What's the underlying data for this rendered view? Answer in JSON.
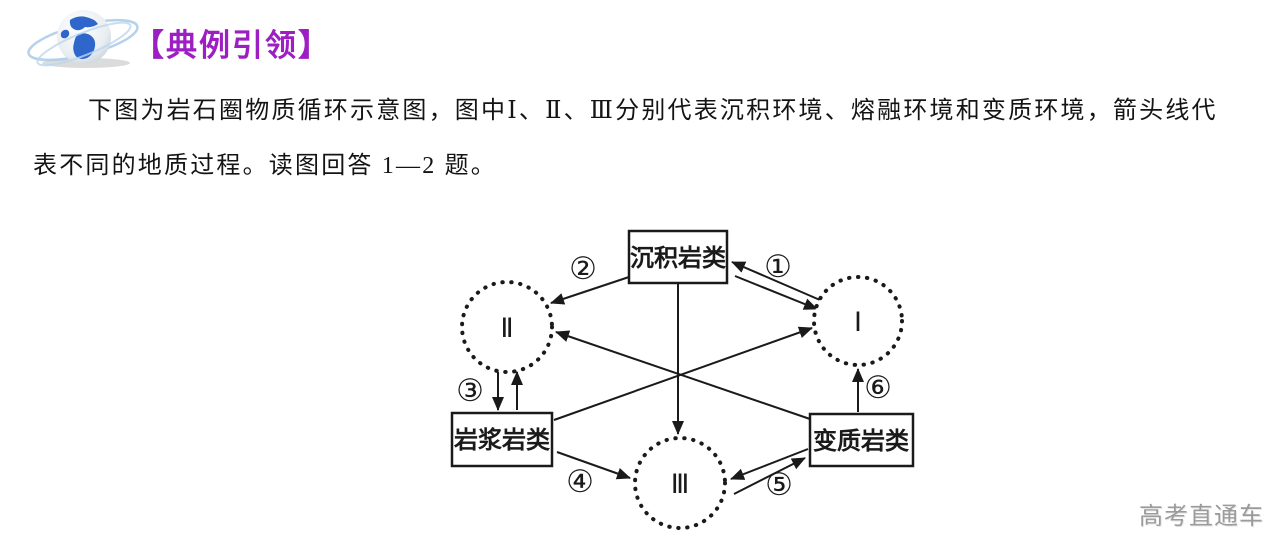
{
  "header": {
    "title": "【典例引领】"
  },
  "colors": {
    "title_purple": "#9D1FC4",
    "body_text": "#141414",
    "diagram_ink": "#1a1a1a",
    "watermark_gray": "#9b9b9b",
    "globe_blue": "#2f66cc"
  },
  "paragraph": {
    "line1": "下图为岩石圈物质循环示意图，图中Ⅰ、Ⅱ、Ⅲ分别代表沉积环境、熔融环境和变质环境，箭头线代",
    "line2": "表不同的地质过程。读图回答 1—2 题。"
  },
  "diagram": {
    "boxes": {
      "sedimentary": "沉积岩类",
      "magmatic": "岩浆岩类",
      "metamorphic": "变质岩类"
    },
    "circles": {
      "one": "Ⅰ",
      "two": "Ⅱ",
      "three": "Ⅲ"
    },
    "arrow_labels": {
      "a1": "①",
      "a2": "②",
      "a3": "③",
      "a4": "④",
      "a5": "⑤",
      "a6": "⑥"
    }
  },
  "watermark": "高考直通车"
}
